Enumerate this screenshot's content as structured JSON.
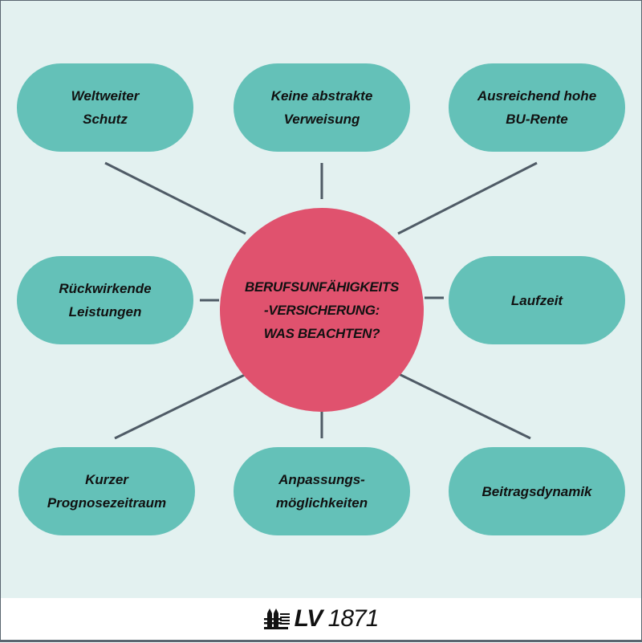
{
  "center": "BERUFSUNFÄHIGKEITS\n-VERSICHERUNG:\nWAS BEACHTEN?",
  "items": [
    "Weltweiter\nSchutz",
    "Keine abstrakte\nVerweisung",
    "Ausreichend hohe\nBU-Rente",
    "Rückwirkende\nLeistungen",
    "Laufzeit",
    "Kurzer\nPrognosezeitraum",
    "Anpassungs-\nmöglichkeiten",
    "Beitragsdynamik"
  ],
  "logo": {
    "brand": "LV",
    "number": "1871"
  },
  "colors": {
    "background": "#e3f1f0",
    "pill": "#64c1b8",
    "center": "#e0526e",
    "connector": "#4f5b66"
  }
}
